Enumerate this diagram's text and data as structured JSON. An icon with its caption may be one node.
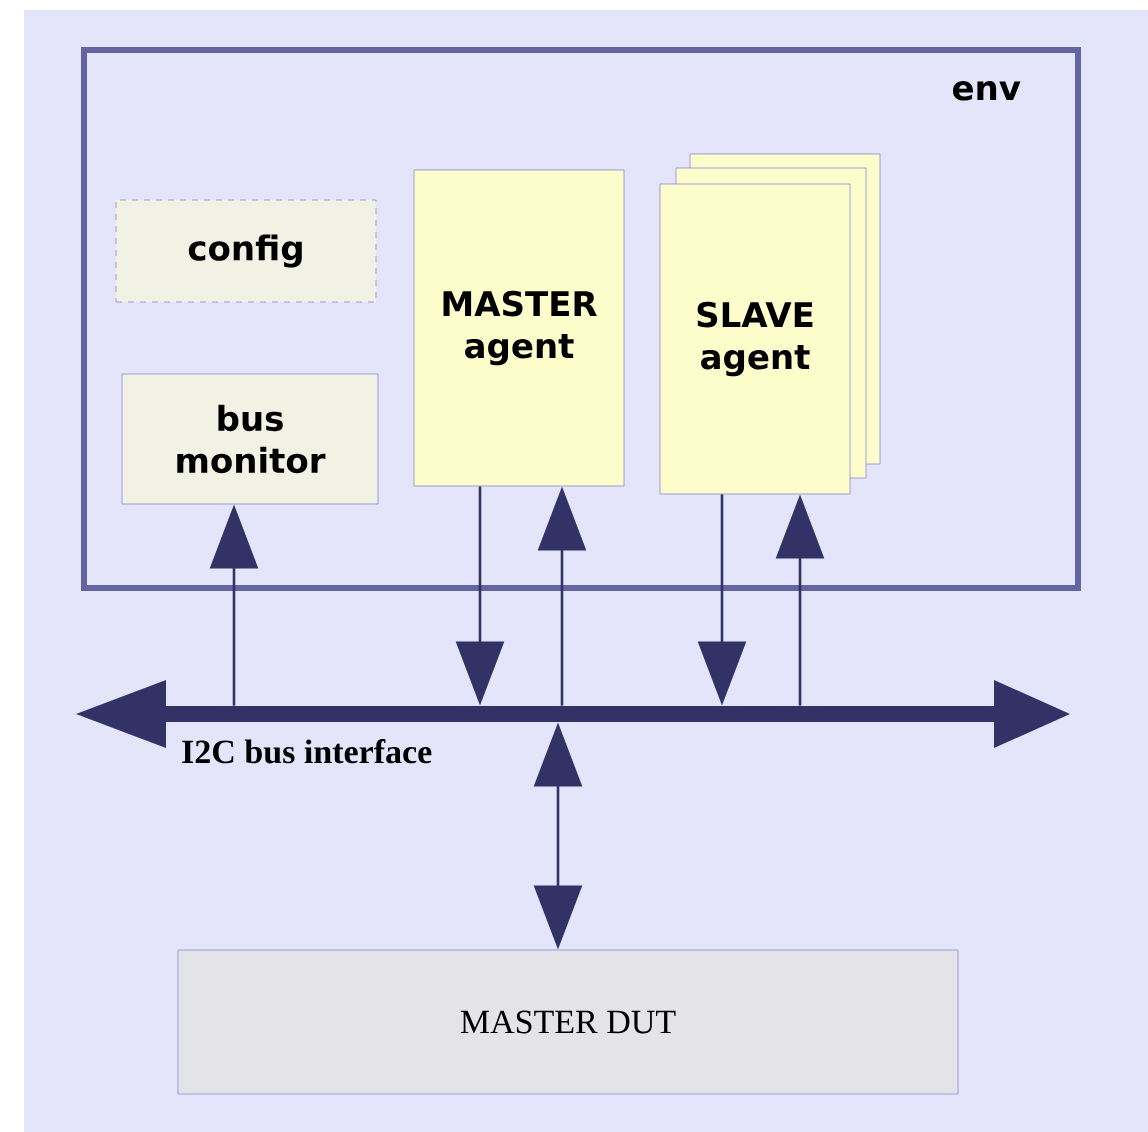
{
  "diagram": {
    "nodes": [
      {
        "text": [
          "env"
        ]
      },
      {
        "text": [
          "config"
        ],
        "in": 0
      },
      {
        "text": [
          "MASTER agent"
        ],
        "in": 0
      },
      {
        "text": [
          "SLAVE agent"
        ],
        "in": 0
      },
      {
        "text": [
          "bus monitor"
        ],
        "in": 0
      },
      {
        "text": [
          "I2C bus interface"
        ]
      },
      {
        "text": [
          "MASTER DUT"
        ]
      }
    ],
    "edges": [
      {
        "from": 5,
        "to": 4,
        "arrow": "to"
      },
      {
        "from": 2,
        "to": 5,
        "arrow": "to"
      },
      {
        "from": 5,
        "to": 2,
        "arrow": "to"
      },
      {
        "from": 3,
        "to": 5,
        "arrow": "to"
      },
      {
        "from": 5,
        "to": 3,
        "arrow": "to"
      },
      {
        "from": 5,
        "to": 6,
        "arrow": "both"
      }
    ]
  }
}
